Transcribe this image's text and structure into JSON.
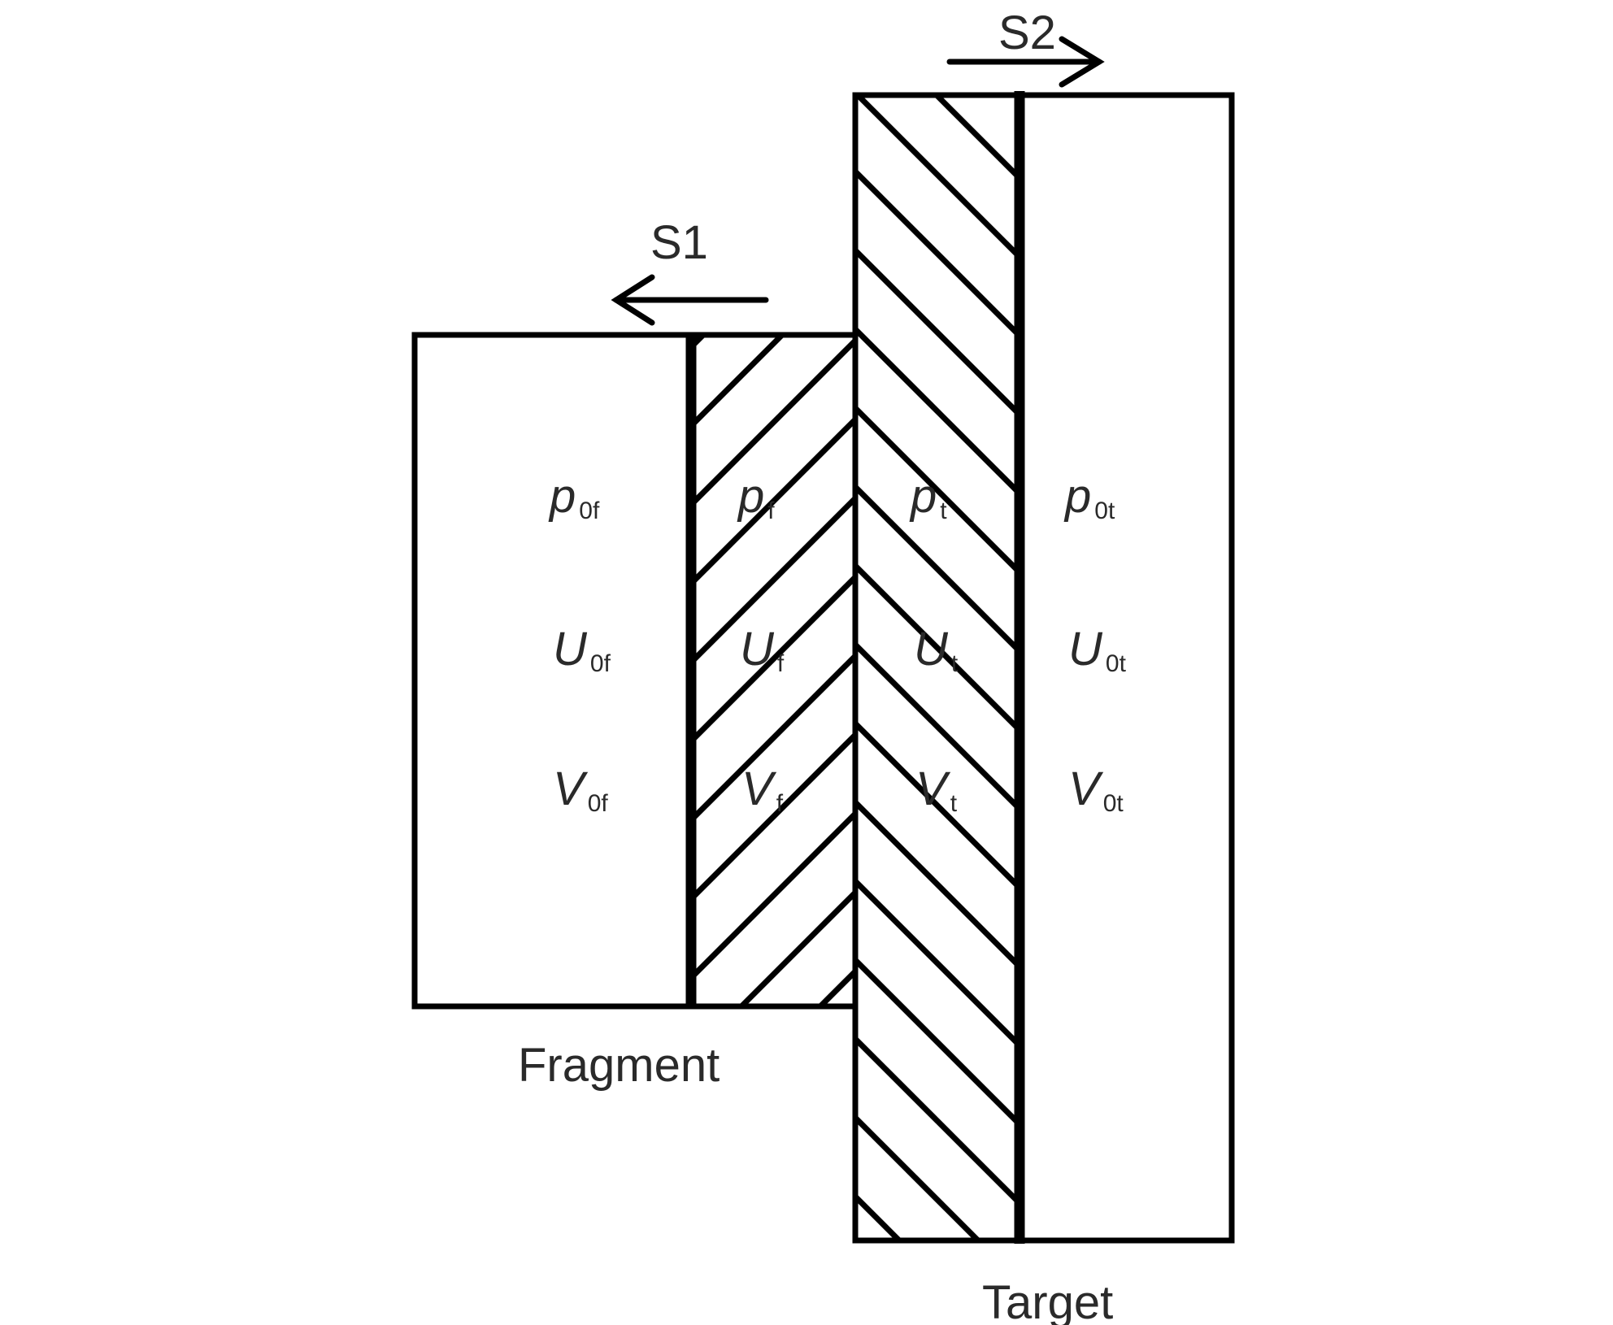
{
  "labels": {
    "fragment": "Fragment",
    "target": "Target",
    "shock1": "S1",
    "shock2": "S2"
  },
  "regions": {
    "fragment_undisturbed": [
      {
        "symbol": "p",
        "sub": "0f"
      },
      {
        "symbol": "U",
        "sub": "0f"
      },
      {
        "symbol": "V",
        "sub": "0f"
      }
    ],
    "fragment_shocked": [
      {
        "symbol": "p",
        "sub": "f"
      },
      {
        "symbol": "U",
        "sub": "f"
      },
      {
        "symbol": "V",
        "sub": "f"
      }
    ],
    "target_shocked": [
      {
        "symbol": "p",
        "sub": "t"
      },
      {
        "symbol": "U",
        "sub": "t"
      },
      {
        "symbol": "V",
        "sub": "t"
      }
    ],
    "target_undisturbed": [
      {
        "symbol": "p",
        "sub": "0t"
      },
      {
        "symbol": "U",
        "sub": "0t"
      },
      {
        "symbol": "V",
        "sub": "0t"
      }
    ]
  },
  "colors": {
    "stroke": "#000000",
    "text": "#2a2a2a"
  }
}
